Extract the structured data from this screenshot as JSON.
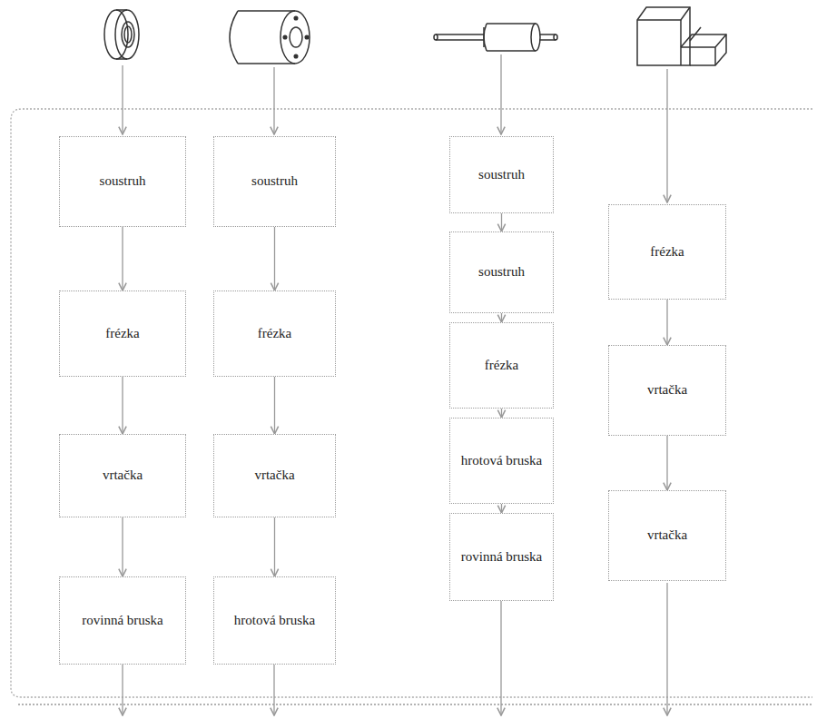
{
  "diagram": {
    "nodes": [
      {
        "text": [
          "soustruh"
        ]
      },
      {
        "text": [
          "frézka"
        ]
      },
      {
        "text": [
          "vrtačka"
        ]
      },
      {
        "text": [
          "rovinná bruska"
        ]
      },
      {
        "text": [
          "soustruh"
        ]
      },
      {
        "text": [
          "frézka"
        ]
      },
      {
        "text": [
          "vrtačka"
        ]
      },
      {
        "text": [
          "hrotová bruska"
        ]
      },
      {
        "text": [
          "soustruh"
        ]
      },
      {
        "text": [
          "soustruh"
        ]
      },
      {
        "text": [
          "frézka"
        ]
      },
      {
        "text": [
          "hrotová bruska"
        ]
      },
      {
        "text": [
          "rovinná bruska"
        ]
      },
      {
        "text": [
          "frézka"
        ]
      },
      {
        "text": [
          "vrtačka"
        ]
      },
      {
        "text": [
          "vrtačka"
        ]
      }
    ],
    "edges": [
      {
        "from": 0,
        "to": 1,
        "arrow": "to"
      },
      {
        "from": 1,
        "to": 2,
        "arrow": "to"
      },
      {
        "from": 2,
        "to": 3,
        "arrow": "to"
      },
      {
        "from": 4,
        "to": 5,
        "arrow": "to"
      },
      {
        "from": 5,
        "to": 6,
        "arrow": "to"
      },
      {
        "from": 6,
        "to": 7,
        "arrow": "to"
      },
      {
        "from": 8,
        "to": 9,
        "arrow": "to"
      },
      {
        "from": 9,
        "to": 10,
        "arrow": "to"
      },
      {
        "from": 10,
        "to": 11,
        "arrow": "to"
      },
      {
        "from": 11,
        "to": 12,
        "arrow": "to"
      },
      {
        "from": 13,
        "to": 14,
        "arrow": "to"
      },
      {
        "from": 14,
        "to": 15,
        "arrow": "to"
      }
    ]
  }
}
